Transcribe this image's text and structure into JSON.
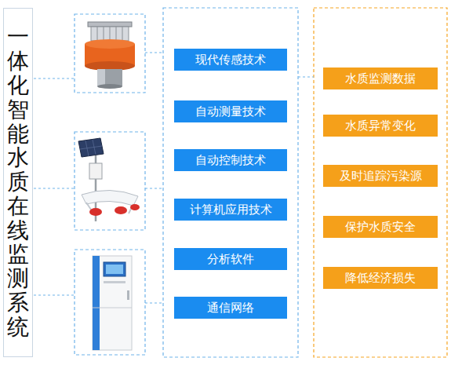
{
  "diagram": {
    "nodes": [
      {
        "text": [
          "一体化智能水质在线监测系统"
        ]
      },
      {
        "text": [
          "现代传感技术"
        ]
      },
      {
        "text": [
          "自动测量技术"
        ]
      },
      {
        "text": [
          "自动控制技术"
        ]
      },
      {
        "text": [
          "计算机应用技术"
        ]
      },
      {
        "text": [
          "分析软件"
        ]
      },
      {
        "text": [
          "通信网络"
        ]
      },
      {
        "text": [
          "水质监测数据"
        ]
      },
      {
        "text": [
          "水质异常变化"
        ]
      },
      {
        "text": [
          "及时追踪污染源"
        ]
      },
      {
        "text": [
          "保护水质安全"
        ]
      },
      {
        "text": [
          "降低经济损失"
        ]
      }
    ]
  }
}
